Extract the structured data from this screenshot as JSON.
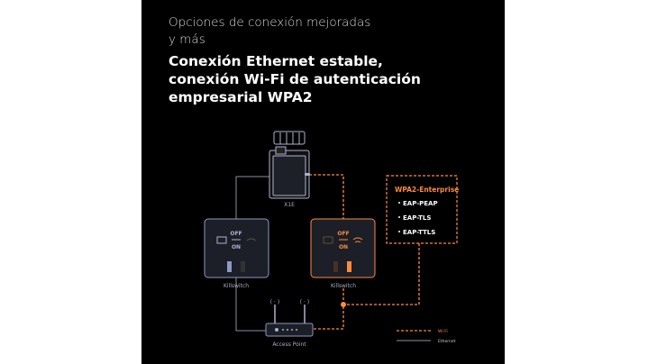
{
  "subtitle": "Opciones de conexión mejoradas y más",
  "headline": "Conexión Ethernet estable, conexión Wi-Fi de autenticación empresarial WPA2",
  "diagram": {
    "device_label": "X1E",
    "killswitch_left_label": "Killswitch",
    "killswitch_right_label": "Killswitch",
    "switch_off": "OFF",
    "switch_on": "ON",
    "access_point_label": "Access Point",
    "wpa_title": "WPA2-Enterprise",
    "wpa_items": [
      "EAP-PEAP",
      "EAP-TLS",
      "EAP-TTLS"
    ],
    "legend": {
      "wifi": "Wi-Fi",
      "ethernet": "Ethernet"
    },
    "colors": {
      "accent": "#ff8a3d",
      "ethernet": "#8a8f9c",
      "device": "#aab4d0"
    }
  }
}
